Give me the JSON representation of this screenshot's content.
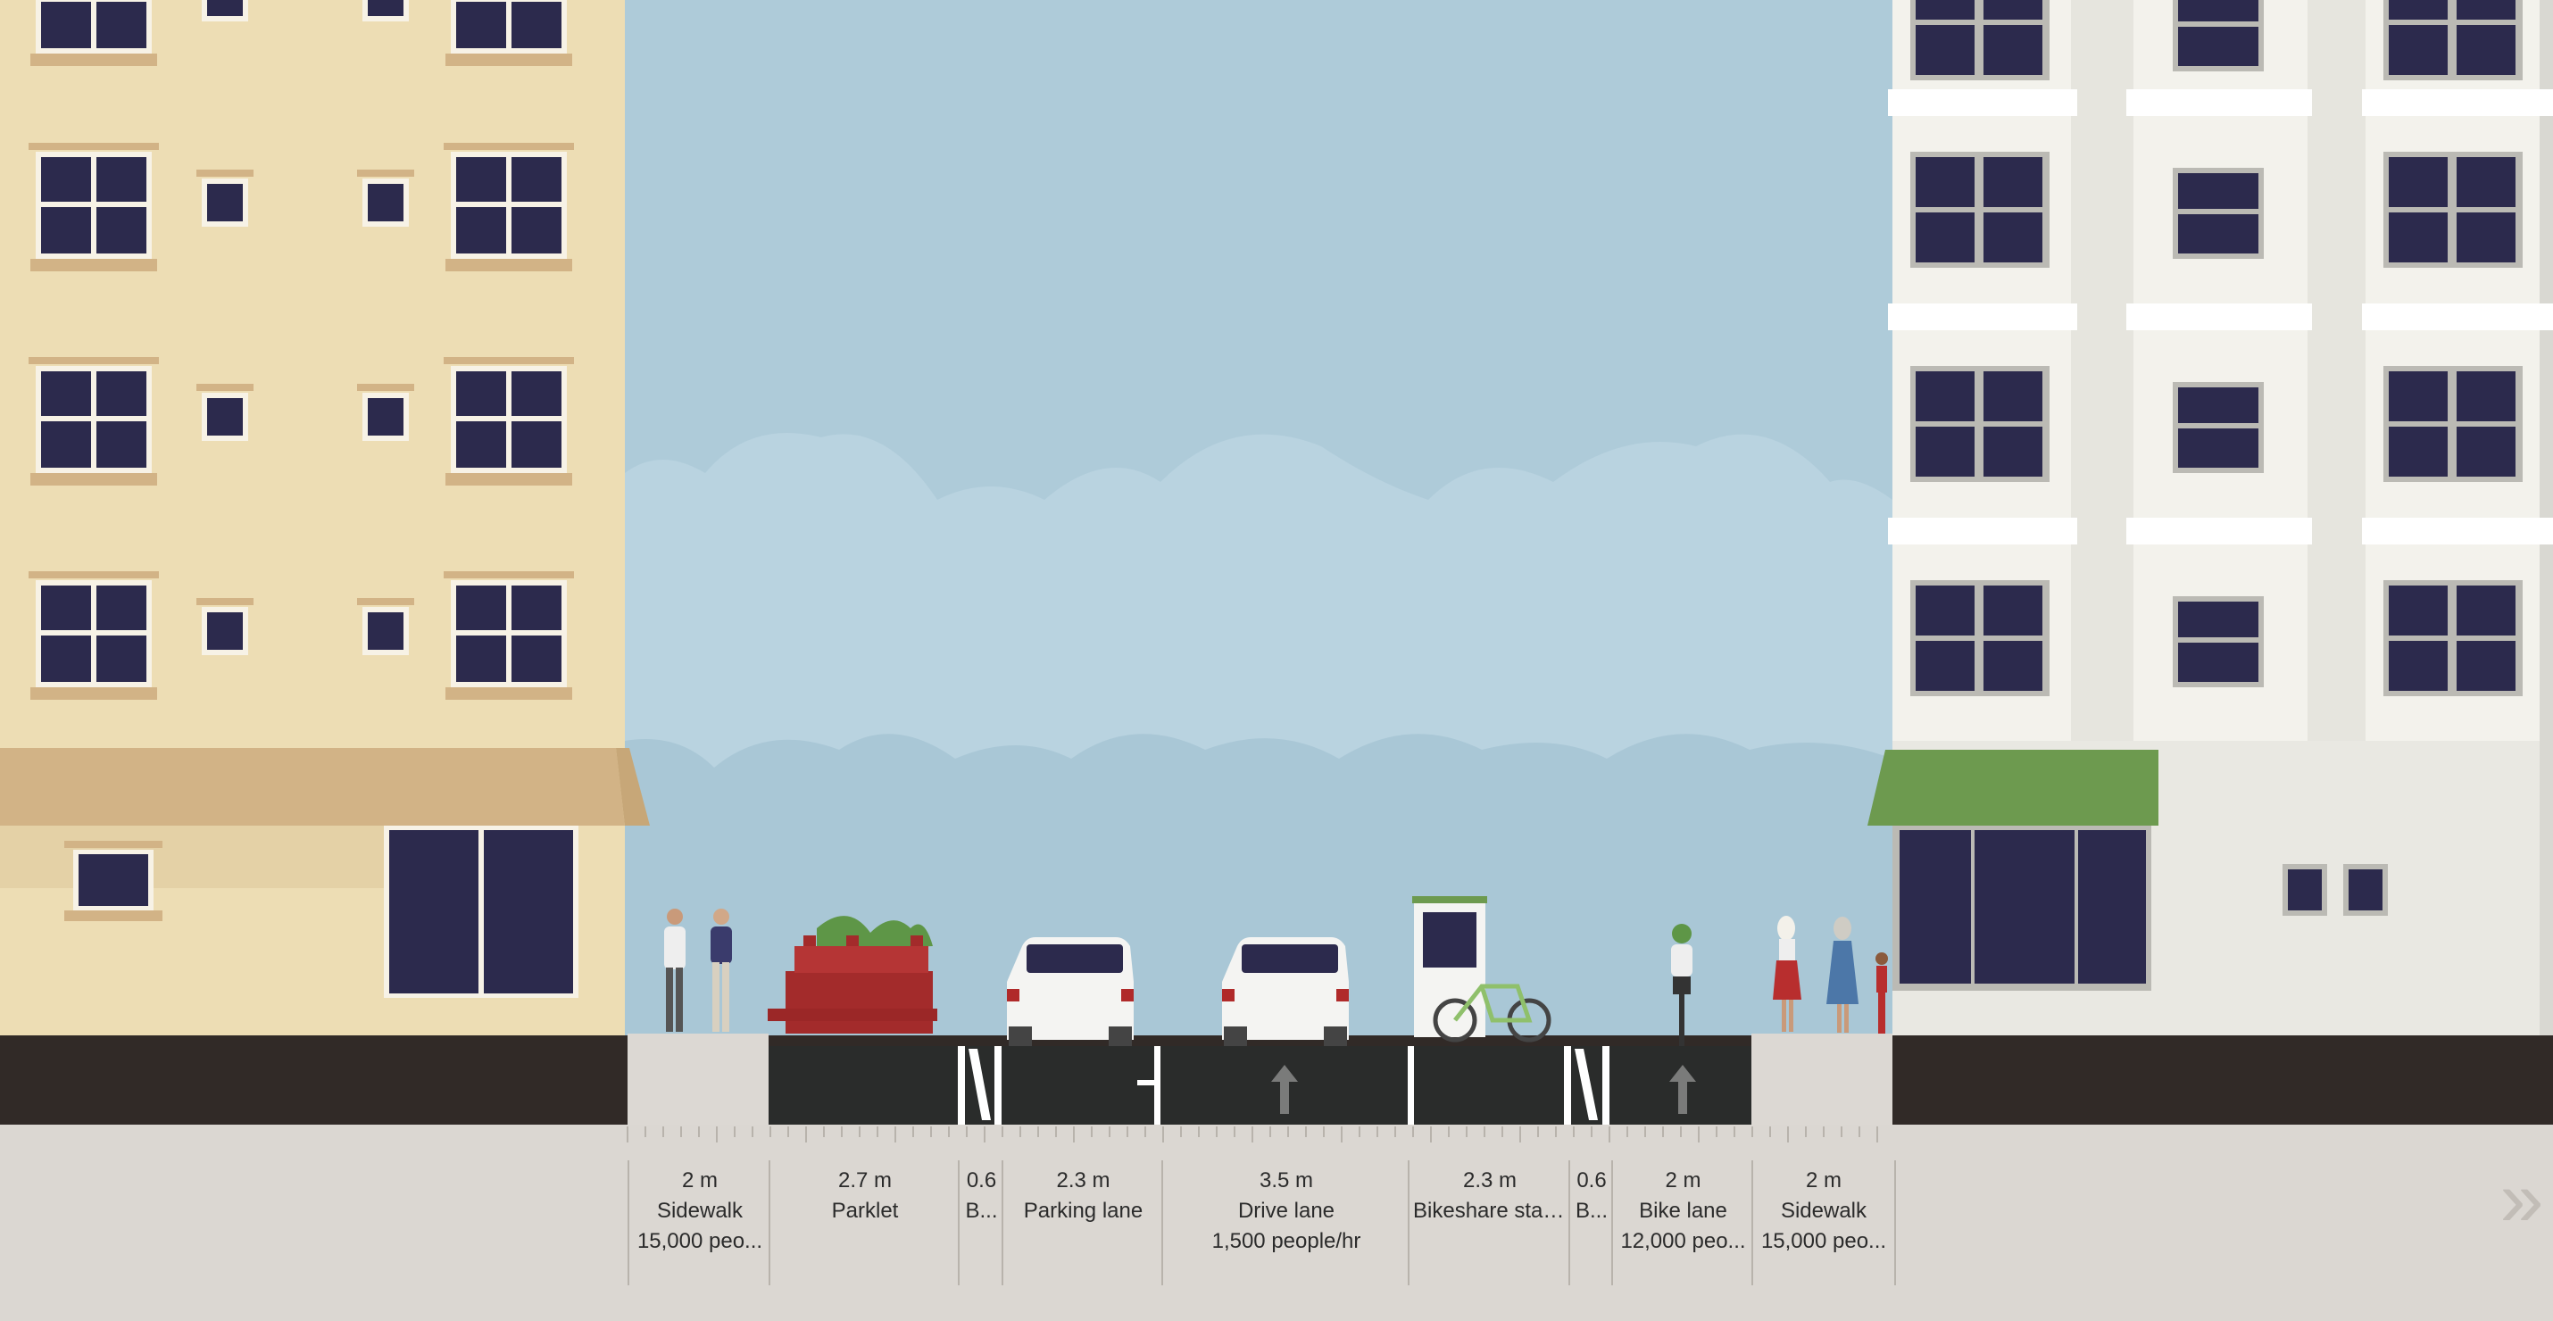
{
  "street": {
    "segments": [
      {
        "width": "2 m",
        "name": "Sidewalk",
        "capacity": "15,000 peo..."
      },
      {
        "width": "2.7 m",
        "name": "Parklet",
        "capacity": ""
      },
      {
        "width": "0.6",
        "name": "B...",
        "capacity": ""
      },
      {
        "width": "2.3 m",
        "name": "Parking lane",
        "capacity": ""
      },
      {
        "width": "3.5 m",
        "name": "Drive lane",
        "capacity": "1,500 people/hr"
      },
      {
        "width": "2.3 m",
        "name": "Bikeshare stat...",
        "capacity": ""
      },
      {
        "width": "0.6",
        "name": "B...",
        "capacity": ""
      },
      {
        "width": "2 m",
        "name": "Bike lane",
        "capacity": "12,000 peo..."
      },
      {
        "width": "2 m",
        "name": "Sidewalk",
        "capacity": "15,000 peo..."
      }
    ]
  },
  "controls": {
    "next_icon": "double-chevron-right-icon",
    "next_symbol": "»"
  },
  "colors": {
    "sky": "#aecbd9",
    "asphalt": "#2a2c2b",
    "ground": "#dbd7d2",
    "left_building": "#efdfb8",
    "right_building": "#f3f2ec",
    "window": "#2c2a4d",
    "awning_left": "#d2b386",
    "awning_right": "#6d9a4f"
  }
}
